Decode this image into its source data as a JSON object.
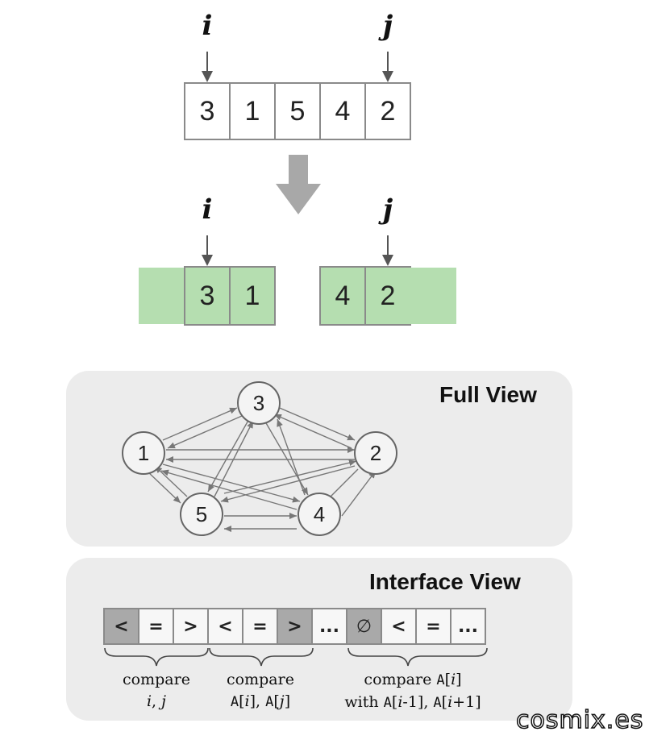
{
  "top": {
    "pointer_i": "i",
    "pointer_j": "j",
    "array": [
      "3",
      "1",
      "5",
      "4",
      "2"
    ]
  },
  "split": {
    "pointer_i": "i",
    "pointer_j": "j",
    "left": [
      "3",
      "1"
    ],
    "right": [
      "4",
      "2"
    ]
  },
  "full_view": {
    "title": "Full View",
    "nodes": [
      "1",
      "2",
      "3",
      "4",
      "5"
    ]
  },
  "interface_view": {
    "title": "Interface View",
    "cells": [
      "<",
      "=",
      ">",
      "<",
      "=",
      ">",
      "...",
      "∅",
      "<",
      "=",
      "..."
    ],
    "caption1": {
      "line1": "compare",
      "i": "i",
      "comma": ",",
      "j": "j"
    },
    "caption2": {
      "line1": "compare",
      "A": "A",
      "i": "i",
      "A2": "A",
      "j": "j"
    },
    "caption3": {
      "line1": "compare",
      "A": "A",
      "i": "i",
      "with": "with",
      "i_minus": "i",
      "minus1": "-1",
      "i_plus": "i",
      "plus1": "+1"
    }
  },
  "watermark": "cosmix.es",
  "colors": {
    "green": "#b5deb0",
    "panel": "#ececec",
    "dark_cell": "#a9a9a9"
  }
}
